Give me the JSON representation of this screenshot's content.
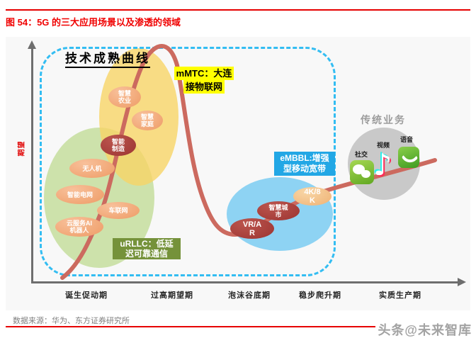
{
  "header": {
    "title": "图 54：5G 的三大应用场景以及渗透的领域"
  },
  "chart": {
    "curve_title": "技术成熟曲线",
    "y_axis_label": "期望",
    "x_axis_labels": [
      "诞生促动期",
      "过高期望期",
      "泡沫谷底期",
      "稳步爬升期",
      "实质生产期"
    ],
    "labels": {
      "mmtc_line1": "mMTC：大连",
      "mmtc_line2": "接物联网",
      "urllc_line1": "uRLLC：低延",
      "urllc_line2": "迟可靠通信",
      "embb_line1": "eMBBL:增强",
      "embb_line2": "型移动宽带",
      "traditional": "传统业务"
    },
    "bubbles": [
      {
        "id": "smart-agriculture",
        "label": "智慧\n农业"
      },
      {
        "id": "smart-home",
        "label": "智慧\n家庭"
      },
      {
        "id": "smart-manufacturing",
        "label": "智能\n制造"
      },
      {
        "id": "drone",
        "label": "无人机"
      },
      {
        "id": "smart-grid",
        "label": "智能电网"
      },
      {
        "id": "internet-of-vehicles",
        "label": "车联网"
      },
      {
        "id": "cloud-ai-robot",
        "label": "云服务AI\n机器人"
      },
      {
        "id": "vr-ar",
        "label": "VR/A\nR"
      },
      {
        "id": "smart-city",
        "label": "智慧城\n市"
      },
      {
        "id": "4k-8k",
        "label": "4K/8\nK"
      }
    ],
    "traditional_icons": [
      {
        "icon": "wechat-icon",
        "label": "社交"
      },
      {
        "icon": "tiktok-icon",
        "label": "视频"
      },
      {
        "icon": "phone-icon",
        "label": "语音"
      }
    ]
  },
  "footer": {
    "source": "数据来源：华为、东方证券研究所",
    "watermark": "头条@未来智库"
  },
  "colors": {
    "accent_red": "#e60000",
    "curve": "#cc6a5f",
    "mmtc_highlight": "#ffff00",
    "urllc_box": "#75923a",
    "embb_box": "#22a7e5",
    "dashed_border": "#33bdf2",
    "region_yellow": "#f7d466",
    "region_green": "#c9e0a4",
    "region_blue": "#8ed3f3",
    "region_gray": "#c9c9c9"
  },
  "chart_data": {
    "type": "line",
    "title": "技术成熟曲线",
    "xlabel": "",
    "ylabel": "期望",
    "x_phases": [
      "诞生促动期",
      "过高期望期",
      "泡沫谷底期",
      "稳步爬升期",
      "实质生产期"
    ],
    "curve_shape_xy": [
      [
        0.0,
        0.03
      ],
      [
        0.08,
        0.2
      ],
      [
        0.15,
        0.45
      ],
      [
        0.22,
        0.75
      ],
      [
        0.3,
        1.0
      ],
      [
        0.36,
        0.7
      ],
      [
        0.42,
        0.3
      ],
      [
        0.47,
        0.2
      ],
      [
        0.55,
        0.23
      ],
      [
        0.62,
        0.3
      ],
      [
        0.72,
        0.37
      ],
      [
        0.85,
        0.45
      ],
      [
        0.97,
        0.52
      ]
    ],
    "grid": false,
    "legend_position": "none",
    "groups": [
      {
        "name": "uRLLC：低延迟可靠通信",
        "region_color": "#c9e0a4",
        "phase": "诞生促动期",
        "items": [
          "云服务AI机器人",
          "车联网",
          "智能电网",
          "无人机",
          "智能制造"
        ]
      },
      {
        "name": "mMTC：大连接物联网",
        "region_color": "#f7d466",
        "phase": "过高期望期",
        "items": [
          "智能制造",
          "智慧农业",
          "智慧家庭"
        ]
      },
      {
        "name": "eMBBL:增强型移动宽带",
        "region_color": "#8ed3f3",
        "phase": "泡沫谷底期-稳步爬升期",
        "items": [
          "VR/AR",
          "智慧城市",
          "4K/8K"
        ]
      },
      {
        "name": "传统业务",
        "region_color": "#c9c9c9",
        "phase": "实质生产期",
        "items": [
          "社交",
          "视频",
          "语音"
        ]
      }
    ]
  }
}
